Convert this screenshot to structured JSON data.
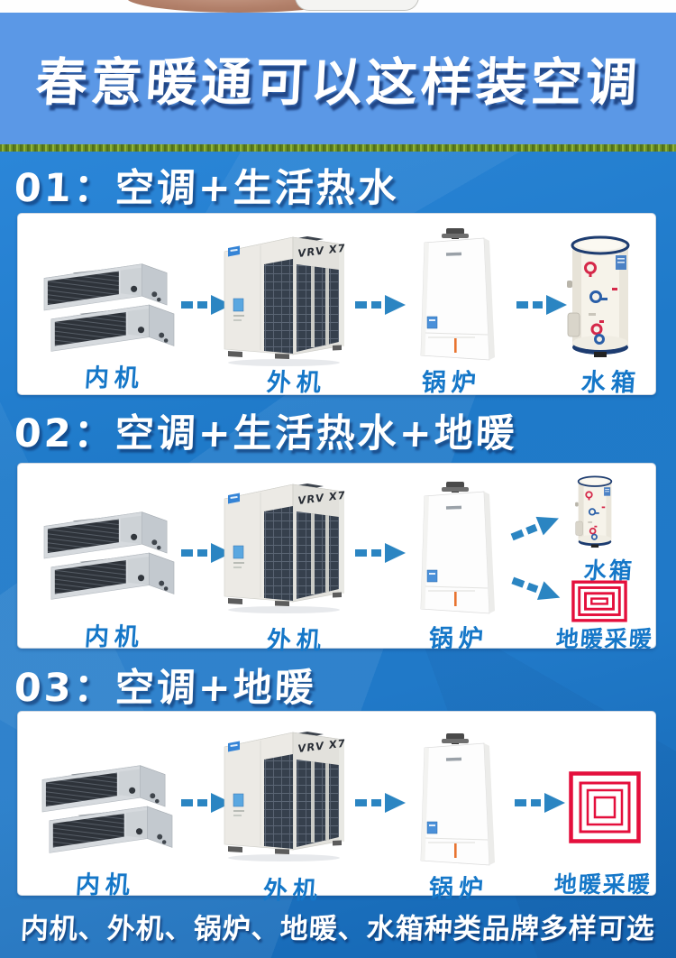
{
  "banner": {
    "title": "春意暖通可以这样装空调"
  },
  "sections": [
    {
      "heading": "01：空调+生活热水",
      "items": [
        {
          "label": "内机"
        },
        {
          "label": "外机",
          "badge": "VRV X7"
        },
        {
          "label": "锅炉"
        },
        {
          "label": "水箱"
        }
      ]
    },
    {
      "heading": "02：空调+生活热水+地暖",
      "items": [
        {
          "label": "内机"
        },
        {
          "label": "外机",
          "badge": "VRV X7"
        },
        {
          "label": "锅炉"
        },
        {
          "label": "水箱"
        },
        {
          "label": "地暖采暖"
        }
      ]
    },
    {
      "heading": "03：空调+地暖",
      "items": [
        {
          "label": "内机"
        },
        {
          "label": "外机",
          "badge": "VRV X7"
        },
        {
          "label": "锅炉"
        },
        {
          "label": "地暖采暖"
        }
      ]
    }
  ],
  "footer": {
    "text": "内机、外机、锅炉、地暖、水箱种类品牌多样可选"
  },
  "colors": {
    "banner_bg": "#5b98e6",
    "body_bg": "#2079c8",
    "label_blue": "#1577c8",
    "arrow_blue": "#2b85c2",
    "heating_red": "#e40f3c",
    "grass_green": "#6d8f25",
    "tank_rim_navy": "#1d3c70"
  }
}
